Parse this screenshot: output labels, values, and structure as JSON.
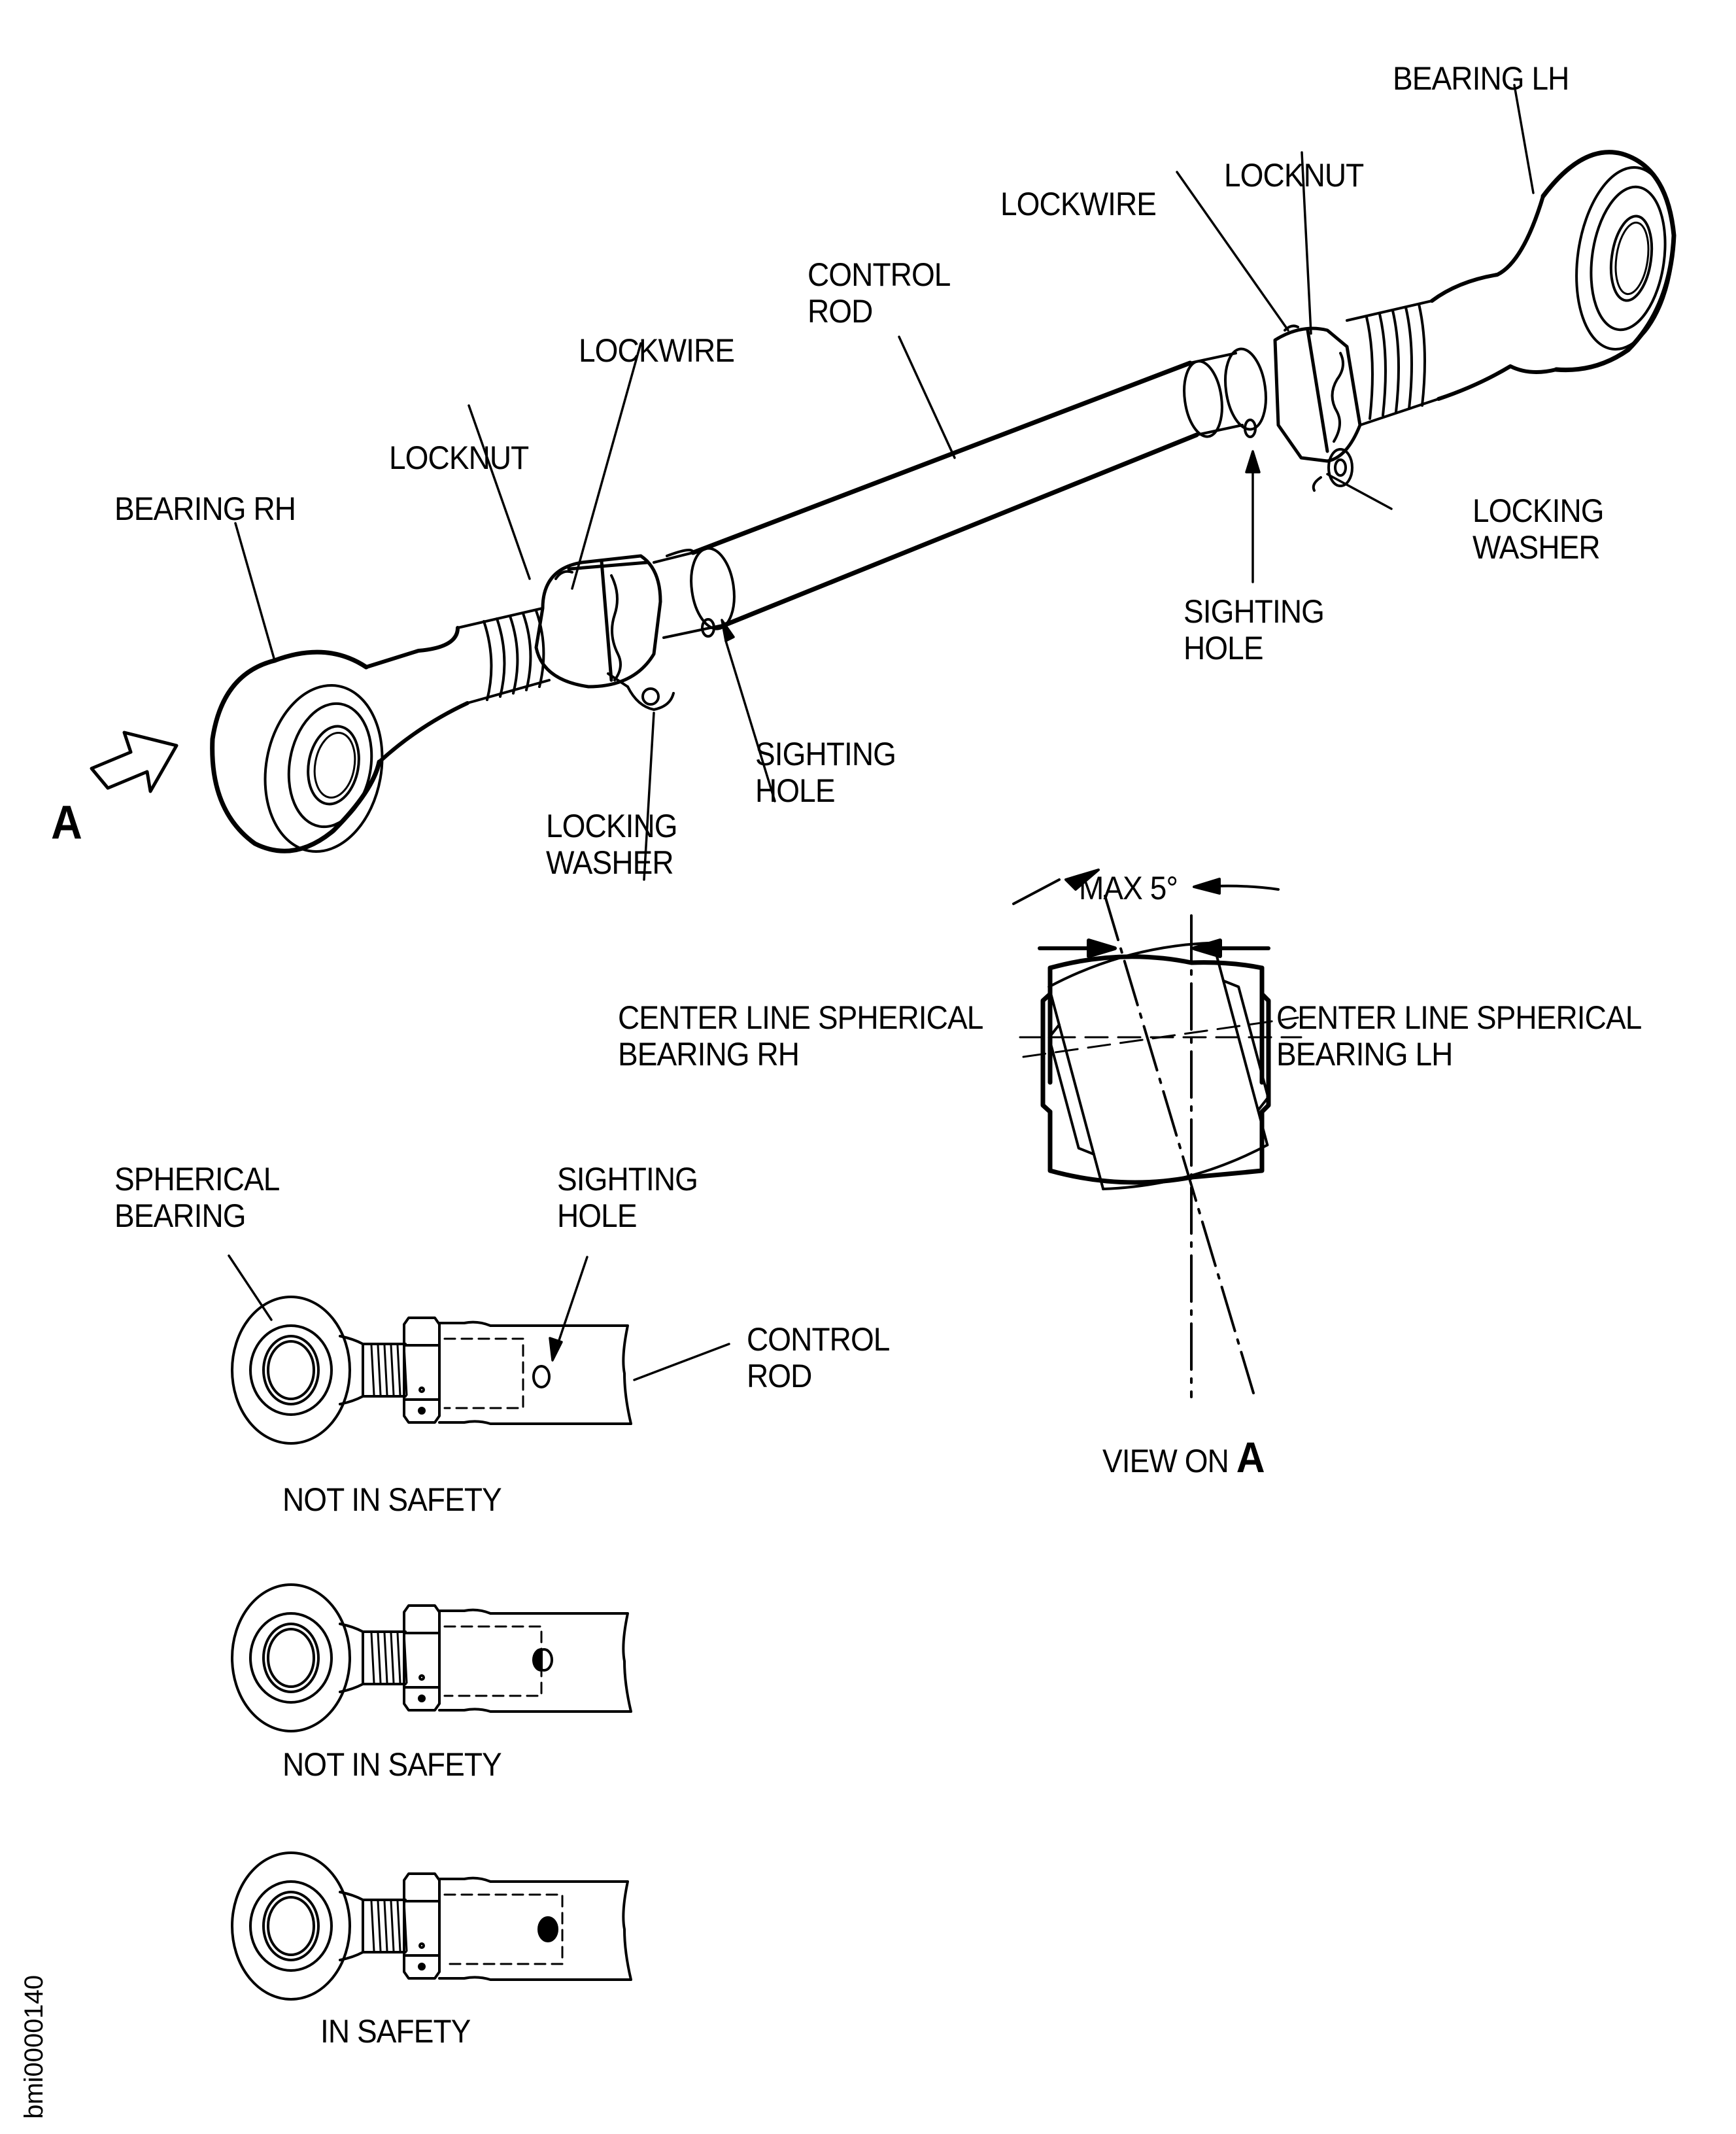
{
  "main_view": {
    "labels": {
      "bearing_lh": "BEARING LH",
      "locknut_lh": "LOCKNUT",
      "lockwire_lh": "LOCKWIRE",
      "control_rod_1": "CONTROL",
      "control_rod_2": "ROD",
      "lockwire_rh": "LOCKWIRE",
      "locknut_rh": "LOCKNUT",
      "bearing_rh": "BEARING RH",
      "locking_washer_lh_1": "LOCKING",
      "locking_washer_lh_2": "WASHER",
      "sighting_hole_lh_1": "SIGHTING",
      "sighting_hole_lh_2": "HOLE",
      "sighting_hole_rh_1": "SIGHTING",
      "sighting_hole_rh_2": "HOLE",
      "locking_washer_rh_1": "LOCKING",
      "locking_washer_rh_2": "WASHER",
      "view_arrow": "A"
    }
  },
  "view_on_a": {
    "max_angle": "MAX 5°",
    "centerline_rh_1": "CENTER LINE SPHERICAL",
    "centerline_rh_2": "BEARING RH",
    "centerline_lh_1": "CENTER LINE SPHERICAL",
    "centerline_lh_2": "BEARING LH",
    "caption_prefix": "VIEW ON",
    "caption_letter": "A"
  },
  "safety_checks": {
    "spherical_bearing_1": "SPHERICAL",
    "spherical_bearing_2": "BEARING",
    "sighting_hole_1": "SIGHTING",
    "sighting_hole_2": "HOLE",
    "control_rod_1": "CONTROL",
    "control_rod_2": "ROD",
    "states": [
      {
        "caption": "NOT IN SAFETY",
        "hole": "open"
      },
      {
        "caption": "NOT IN SAFETY",
        "hole": "partial"
      },
      {
        "caption": "IN SAFETY",
        "hole": "covered"
      }
    ]
  },
  "figure_id": "bmi0000140"
}
